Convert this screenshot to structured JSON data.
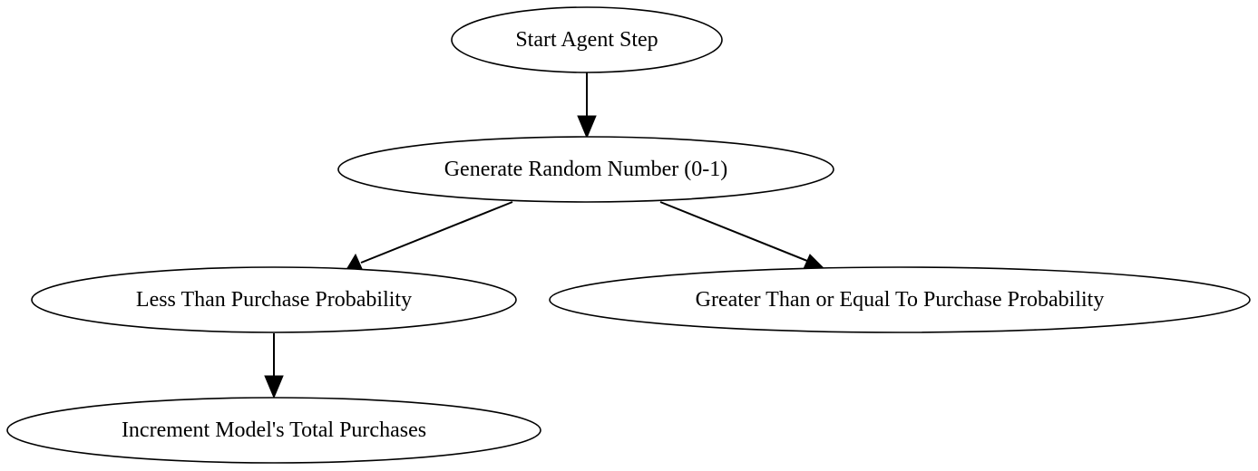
{
  "diagram": {
    "type": "flowchart",
    "nodes": {
      "start": {
        "label": "Start Agent Step"
      },
      "generate": {
        "label": "Generate Random Number (0-1)"
      },
      "less": {
        "label": "Less Than Purchase Probability"
      },
      "greater": {
        "label": "Greater Than or Equal To Purchase Probability"
      },
      "increment": {
        "label": "Increment Model's Total Purchases"
      }
    },
    "edges": [
      {
        "from": "start",
        "to": "generate"
      },
      {
        "from": "generate",
        "to": "less"
      },
      {
        "from": "generate",
        "to": "greater"
      },
      {
        "from": "less",
        "to": "increment"
      }
    ],
    "colors": {
      "stroke": "#000000",
      "fill": "#ffffff",
      "text": "#000000"
    }
  }
}
